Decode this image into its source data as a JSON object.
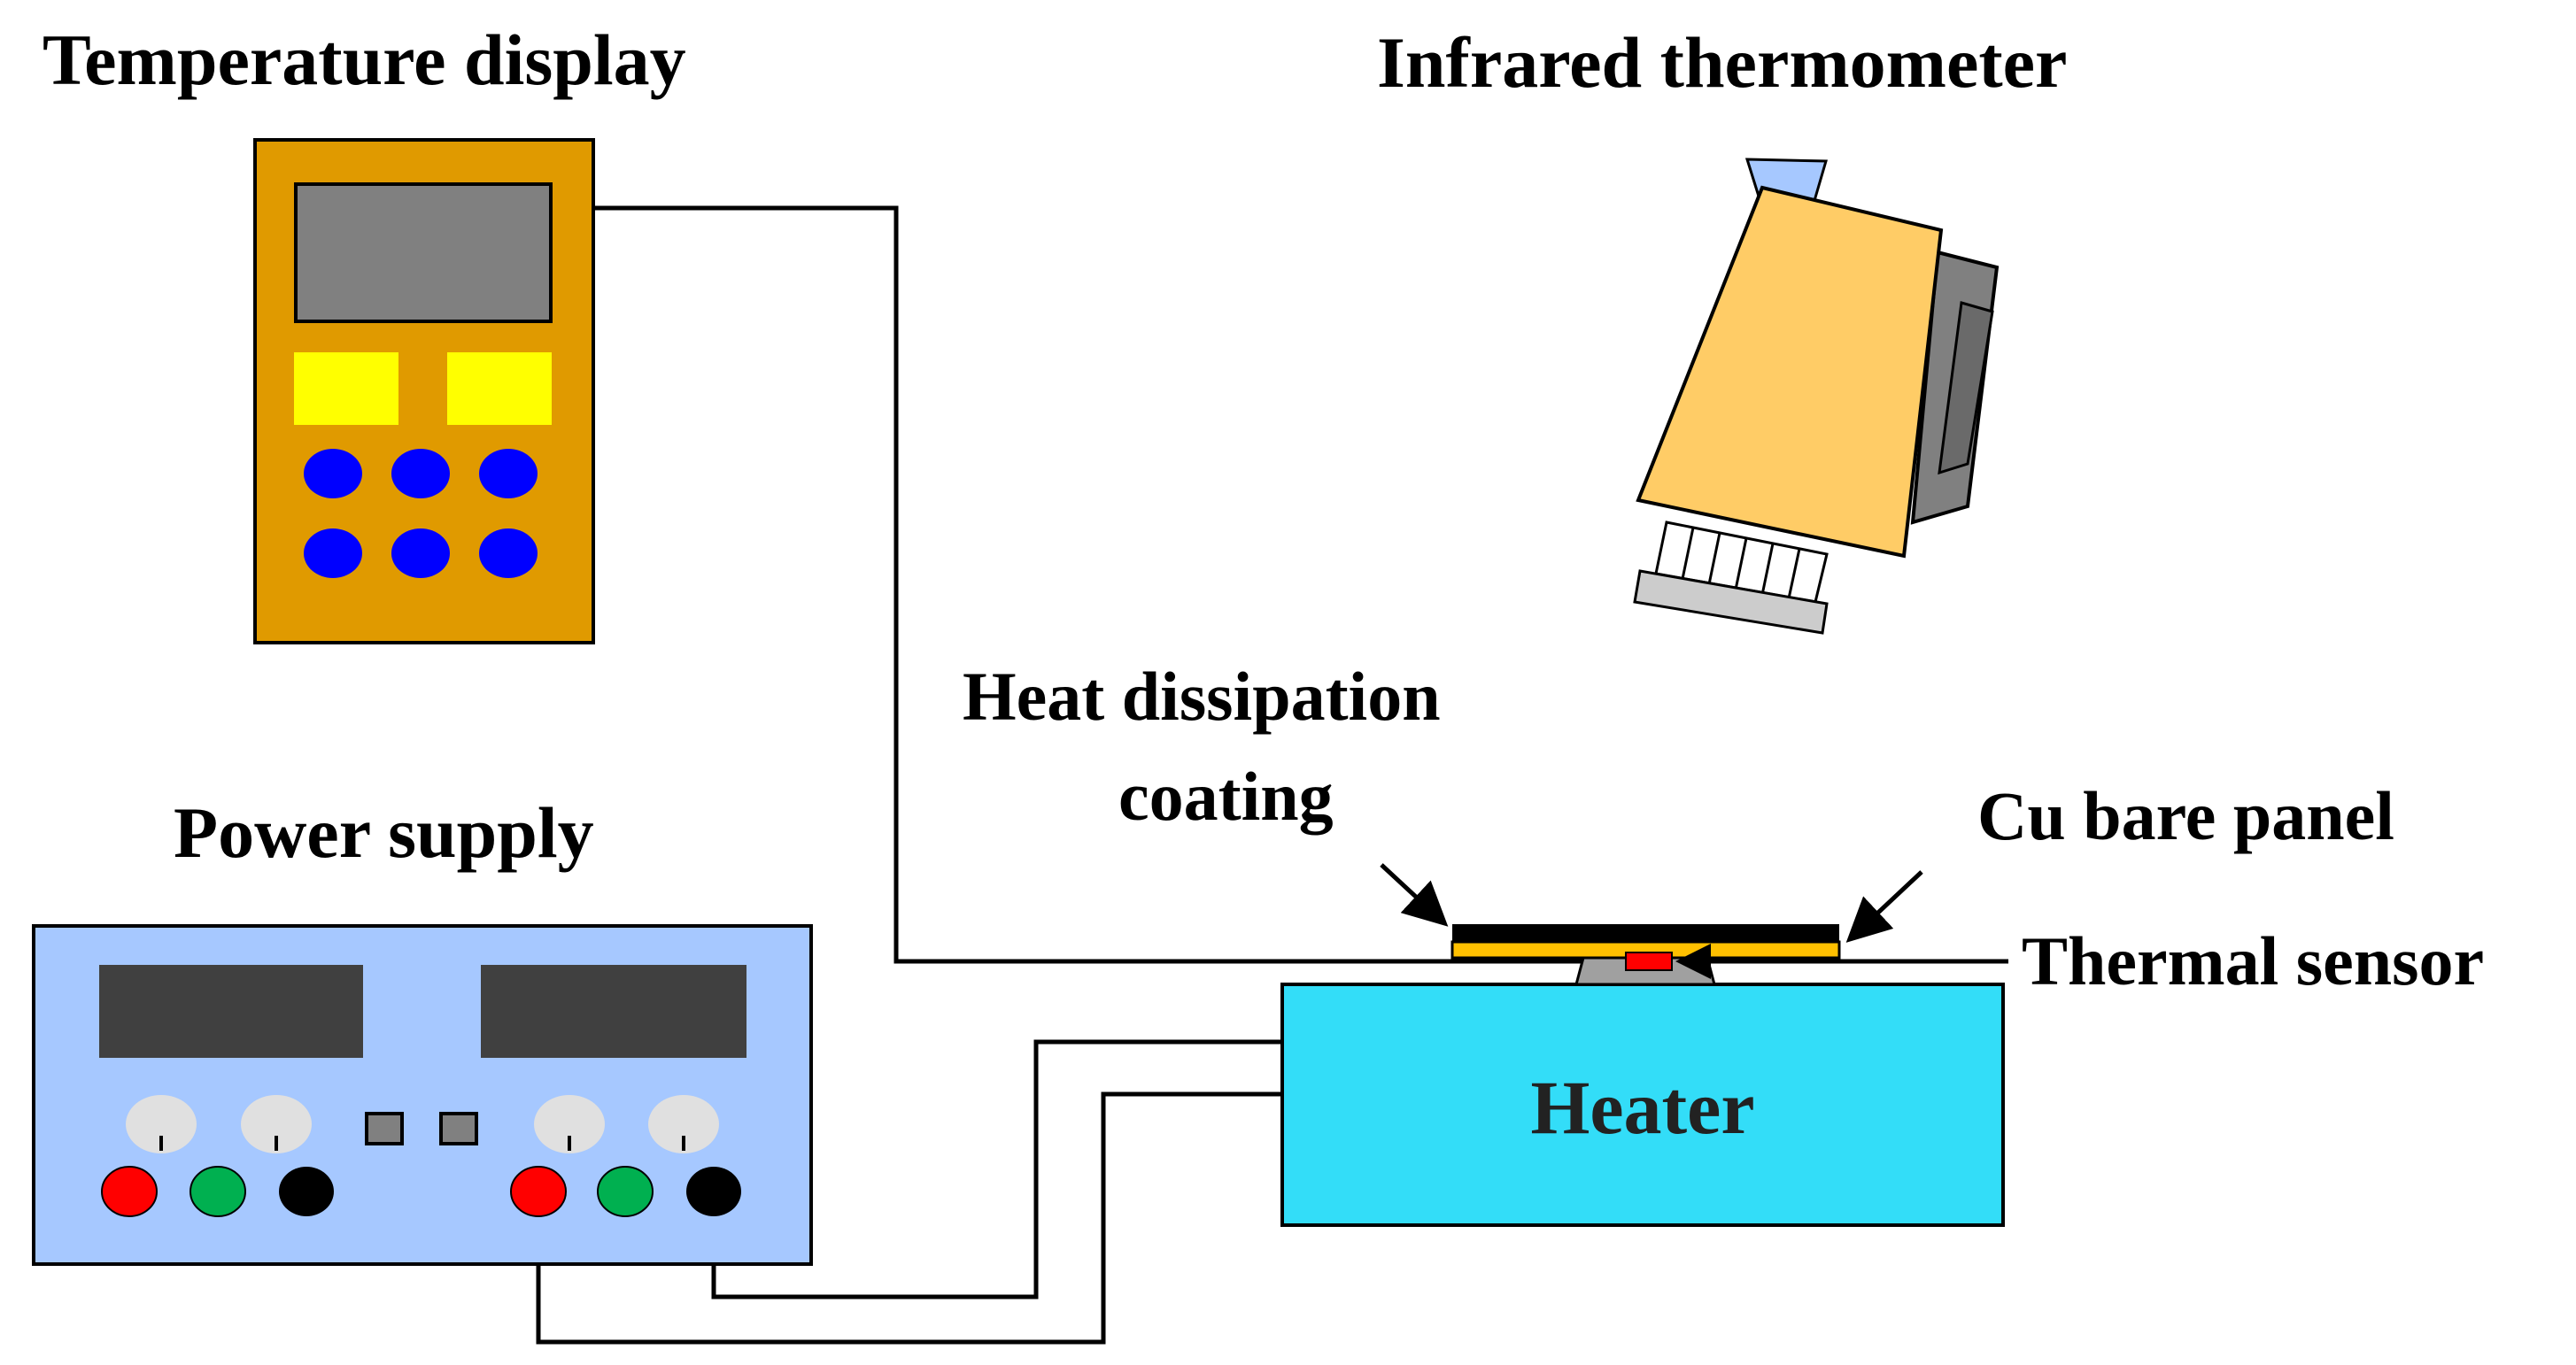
{
  "labels": {
    "temperature_display": "Temperature display",
    "infrared_thermometer": "Infrared thermometer",
    "heat_dissipation_line1": "Heat dissipation",
    "heat_dissipation_line2": "coating",
    "cu_bare_panel": "Cu bare panel",
    "thermal_sensor": "Thermal sensor",
    "power_supply": "Power supply",
    "heater": "Heater"
  },
  "colors": {
    "temperature_display_body": "#e09a00",
    "temperature_display_screen": "#808080",
    "temperature_display_keys": "#ffff00",
    "temperature_display_buttons": "#0000ff",
    "thermometer_body": "#ffcc66",
    "thermometer_lens": "#808080",
    "thermometer_top": "#a6c8ff",
    "power_supply_body": "#a6c8ff",
    "power_supply_display": "#404040",
    "knob": "#e0e0e0",
    "terminal_red": "#ff0000",
    "terminal_green": "#00b050",
    "terminal_black": "#000000",
    "heater_body": "#33ddf8",
    "coating": "#000000",
    "cu_panel": "#ffc000",
    "sensor": "#ff0000",
    "sensor_base": "#a0a0a0"
  }
}
